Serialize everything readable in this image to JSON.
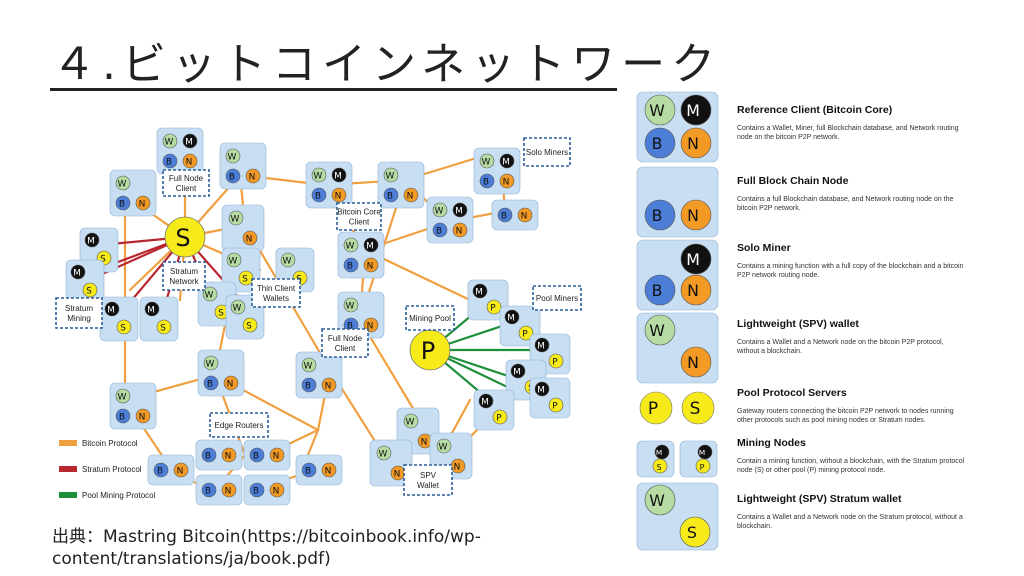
{
  "slide": {
    "title": "４.ビットコインネットワーク",
    "caption_line1": "出典：Mastring Bitcoin(https://bitcoinbook.info/wp-",
    "caption_line2": "content/translations/ja/book.pdf)"
  },
  "diagram": {
    "callouts": {
      "full_node_client_top": [
        "Full Node",
        "Client"
      ],
      "bitcoin_core_client": [
        "Bitcoin Core",
        "Client"
      ],
      "solo_miners": [
        "Solo Miners"
      ],
      "stratum_network": [
        "Stratum",
        "Network"
      ],
      "thin_client_wallets": [
        "Thin Client",
        "Wallets"
      ],
      "stratum_mining": [
        "Stratum",
        "Mining"
      ],
      "mining_pool": [
        "Mining Pool"
      ],
      "pool_miners": [
        "Pool Miners"
      ],
      "full_node_client_bottom": [
        "Full Node",
        "Client"
      ],
      "edge_routers": [
        "Edge Routers"
      ],
      "spv_wallet": [
        "SPV",
        "Wallet"
      ]
    },
    "letters": {
      "wallet": "W",
      "miner": "M",
      "blockchain": "B",
      "network": "N",
      "stratum": "S",
      "pool": "P"
    },
    "legend": [
      {
        "label": "Bitcoin Protocol",
        "color": "#f0a040"
      },
      {
        "label": "Stratum Protocol",
        "color": "#b8272f"
      },
      {
        "label": "Pool Mining Protocol",
        "color": "#1e8f3a"
      }
    ]
  },
  "colors": {
    "wallet": "#b6dca4",
    "miner": "#111111",
    "blockchain": "#4c7ed8",
    "network": "#f29a25",
    "stratum": "#f6ea1a",
    "box": "#c8def3",
    "callout_border": "#2a5d9a"
  },
  "node_types": [
    {
      "title": "Reference Client (Bitcoin Core)",
      "desc": [
        "Contains a Wallet, Miner, full Blockchain database, and Network routing",
        "node on the bitcoin P2P network."
      ]
    },
    {
      "title": "Full Block Chain Node",
      "desc": [
        "Contains a full Blockchain database, and Network routing node on the",
        "bitcoin P2P network."
      ]
    },
    {
      "title": "Solo Miner",
      "desc": [
        "Contains a mining function with a full copy of the blockchain and a bitcoin",
        "P2P network routing node."
      ]
    },
    {
      "title": "Lightweight (SPV) wallet",
      "desc": [
        "Contains a Wallet and a Network node on the bitcoin P2P protocol,",
        "without a blockchain."
      ]
    },
    {
      "title": "Pool Protocol Servers",
      "desc": [
        "Gateway routers connecting the bitcoin P2P network to nodes running",
        "other protocols such as pool mining nodes or Stratum nodes."
      ]
    },
    {
      "title": "Mining Nodes",
      "desc": [
        "Contain a mining function, without a blockchain, with the Stratum protocol",
        "node (S) or other pool (P) mining protocol node."
      ]
    },
    {
      "title": "Lightweight (SPV) Stratum wallet",
      "desc": [
        "Contains a Wallet and a Network node on the Stratum protocol, without a",
        "blockchain."
      ]
    }
  ]
}
